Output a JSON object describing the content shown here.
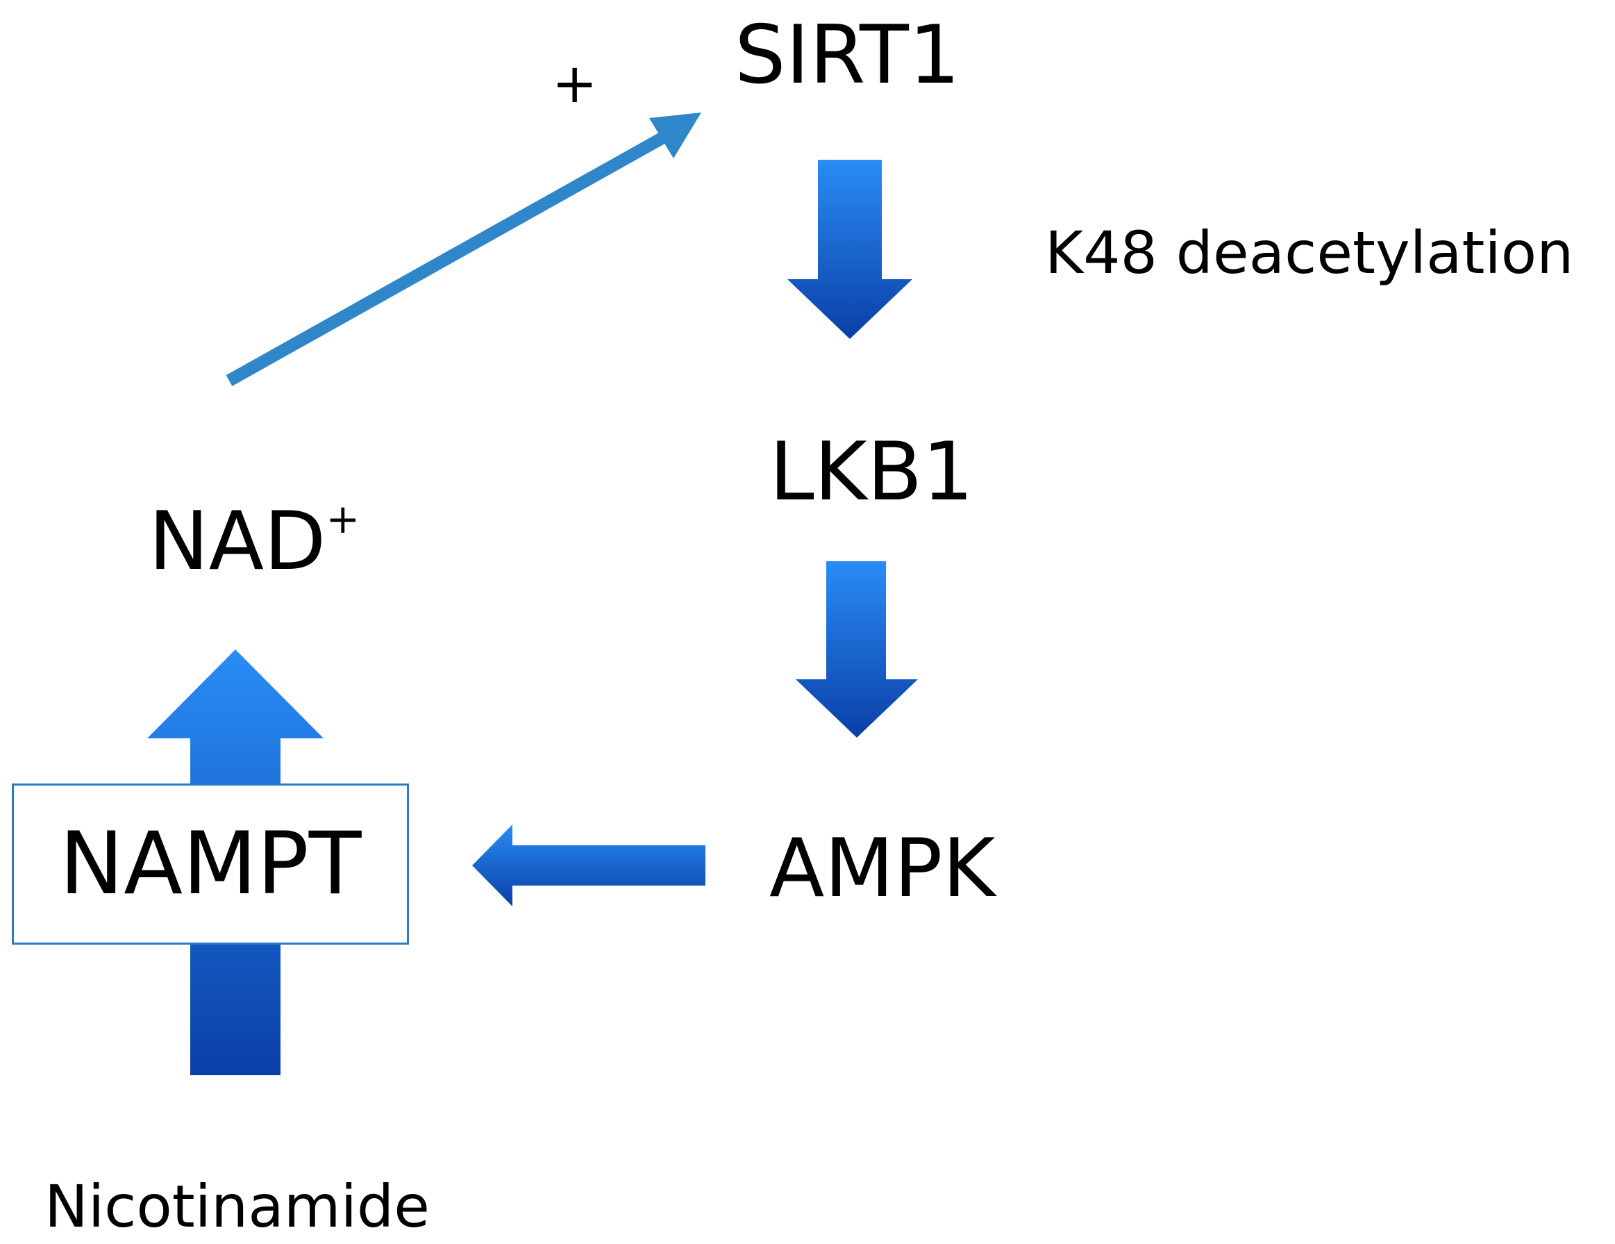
{
  "nodes": {
    "sirt1": "SIRT1",
    "lkb1": "LKB1",
    "ampk": "AMPK",
    "nad": {
      "base": "NAD",
      "superscript": "+"
    },
    "nampt": "NAMPT",
    "nicotinamide": "Nicotinamide"
  },
  "annotations": {
    "plus_sign": "+",
    "k48": "K48 deacetylation"
  },
  "colors": {
    "arrow_light": "#2a8cf5",
    "arrow_dark": "#0a3fa6",
    "thin_arrow": "#2f86c9",
    "box_border": "#2a7ac9"
  }
}
